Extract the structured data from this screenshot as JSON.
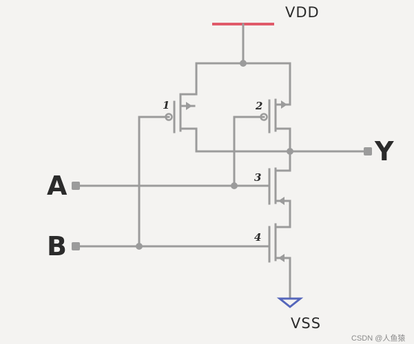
{
  "labels": {
    "vdd": "VDD",
    "vss": "VSS",
    "input_a": "A",
    "input_b": "B",
    "output_y": "Y",
    "t1": "1",
    "t2": "2",
    "t3": "3",
    "t4": "4",
    "watermark": "CSDN @人鱼猿"
  },
  "colors": {
    "wire": "#9b9b9b",
    "vdd_rail": "#e05a6a",
    "vss_symbol": "#5566bb",
    "text": "#2b2b2b",
    "background": "#f4f3f1"
  }
}
